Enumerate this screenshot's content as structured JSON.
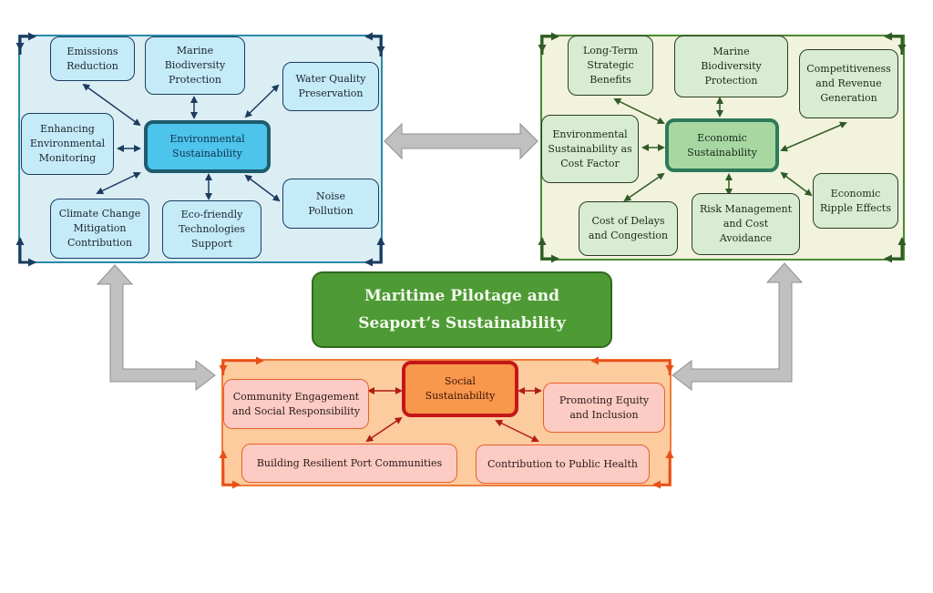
{
  "title": "Maritime Pilotage and\nSeaport’s Sustainability",
  "colors": {
    "environmental_accent": "#1d3b5f",
    "economic_accent": "#2f5a26",
    "social_accent": "#c41818",
    "title_fill": "#4e9a35",
    "connector_gray": "#c0c0c0"
  },
  "environmental": {
    "hub": "Environmental\nSustainability",
    "nodes": [
      "Emissions\nReduction",
      "Marine\nBiodiversity\nProtection",
      "Water Quality\nPreservation",
      "Enhancing\nEnvironmental\nMonitoring",
      "Noise\nPollution",
      "Climate Change\nMitigation\nContribution",
      "Eco-friendly\nTechnologies\nSupport"
    ]
  },
  "economic": {
    "hub": "Economic\nSustainability",
    "nodes": [
      "Long-Term\nStrategic\nBenefits",
      "Marine\nBiodiversity\nProtection",
      "Competitiveness\nand Revenue\nGeneration",
      "Environmental\nSustainability as\nCost Factor",
      "Economic\nRipple Effects",
      "Cost of Delays\nand Congestion",
      "Risk Management\nand Cost\nAvoidance"
    ]
  },
  "social": {
    "hub": "Social\nSustainability",
    "nodes": [
      "Community Engagement\nand Social Responsibility",
      "Promoting Equity\nand Inclusion",
      "Building Resilient Port Communities",
      "Contribution to Public Health"
    ]
  }
}
